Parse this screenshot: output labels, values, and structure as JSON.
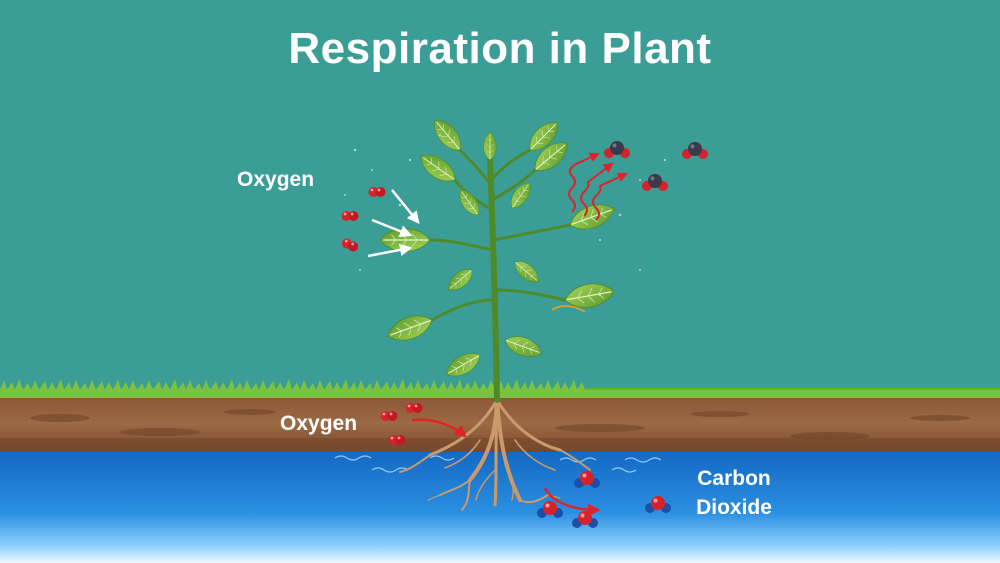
{
  "title": "Respiration in Plant",
  "labels": {
    "oxygen_air": "Oxygen",
    "oxygen_soil": "Oxygen",
    "carbon_dioxide_line1": "Carbon",
    "carbon_dioxide_line2": "Dioxide"
  },
  "colors": {
    "sky": "#3a9e96",
    "grass": "#7cc242",
    "soil": "#8a5a3a",
    "water_top": "#1673c9",
    "water_bottom": "#eaf6ff",
    "oxygen_molecule": "#d6222a",
    "carbon_atom": "#3a3a4a",
    "arrow_air": "#ffffff",
    "arrow_heat": "#e0222a",
    "leaf": "#79b83a",
    "stem": "#4f8a2a",
    "root": "#c99a6b"
  },
  "icons": [
    "oxygen-molecule-icon",
    "carbon-dioxide-molecule-icon",
    "arrow-icon",
    "wavy-arrow-icon"
  ]
}
